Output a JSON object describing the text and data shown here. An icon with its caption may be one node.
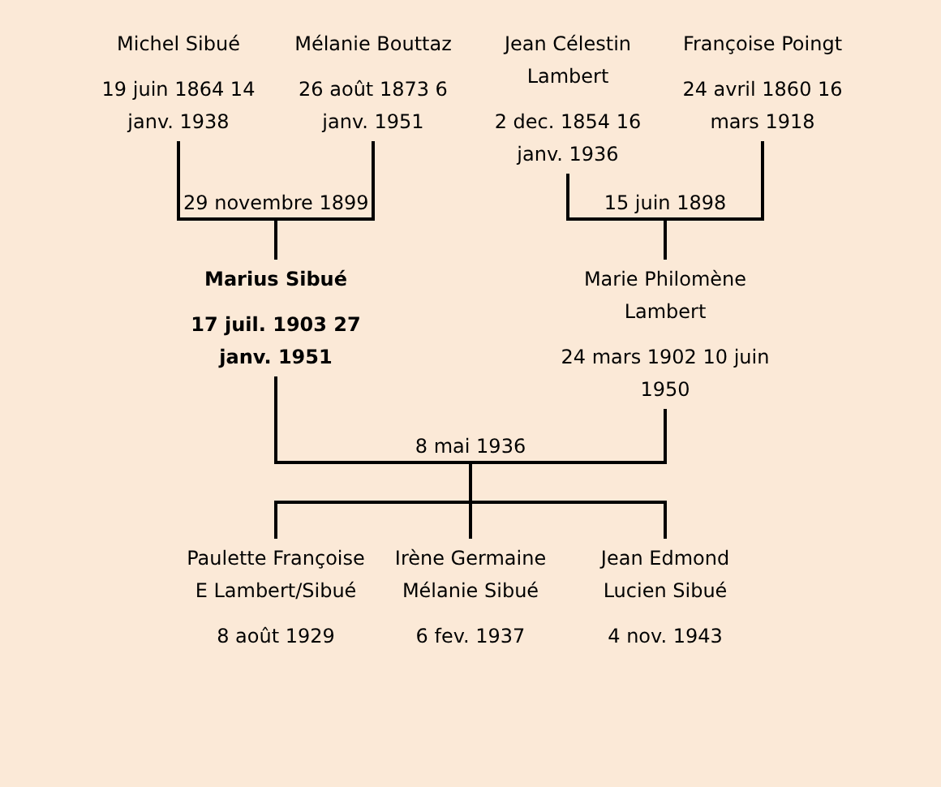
{
  "diagram": {
    "nodes": [
      {
        "text": [
          "Michel Sibué",
          "19 juin 1864 14 janv. 1938"
        ]
      },
      {
        "text": [
          "Mélanie Bouttaz",
          "26 août 1873 6 janv. 1951"
        ]
      },
      {
        "text": [
          "Jean Célestin Lambert",
          "2 dec. 1854 16 janv. 1936"
        ]
      },
      {
        "text": [
          "Françoise Poingt",
          "24 avril 1860 16 mars 1918"
        ]
      },
      {
        "text": [
          "29 novembre 1899"
        ]
      },
      {
        "text": [
          "15 juin 1898"
        ]
      },
      {
        "text": [
          "Marius Sibué",
          "17 juil. 1903 27 janv. 1951"
        ]
      },
      {
        "text": [
          "Marie Philomène Lambert",
          "24 mars 1902 10 juin 1950"
        ]
      },
      {
        "text": [
          "8 mai 1936"
        ]
      },
      {
        "text": [
          "Paulette Françoise E Lambert/Sibué",
          "8 août 1929"
        ]
      },
      {
        "text": [
          "Irène Germaine Mélanie Sibué",
          "6 fev. 1937"
        ]
      },
      {
        "text": [
          "Jean Edmond Lucien Sibué",
          "4 nov. 1943"
        ]
      }
    ],
    "edges": [
      {
        "from": 0,
        "to": 4,
        "arrow": "none"
      },
      {
        "from": 1,
        "to": 4,
        "arrow": "none"
      },
      {
        "from": 2,
        "to": 5,
        "arrow": "none"
      },
      {
        "from": 3,
        "to": 5,
        "arrow": "none"
      },
      {
        "from": 4,
        "to": 6,
        "arrow": "none"
      },
      {
        "from": 5,
        "to": 7,
        "arrow": "none"
      },
      {
        "from": 6,
        "to": 8,
        "arrow": "none"
      },
      {
        "from": 7,
        "to": 8,
        "arrow": "none"
      },
      {
        "from": 8,
        "to": 9,
        "arrow": "none"
      },
      {
        "from": 8,
        "to": 10,
        "arrow": "none"
      },
      {
        "from": 8,
        "to": 11,
        "arrow": "none"
      }
    ]
  }
}
